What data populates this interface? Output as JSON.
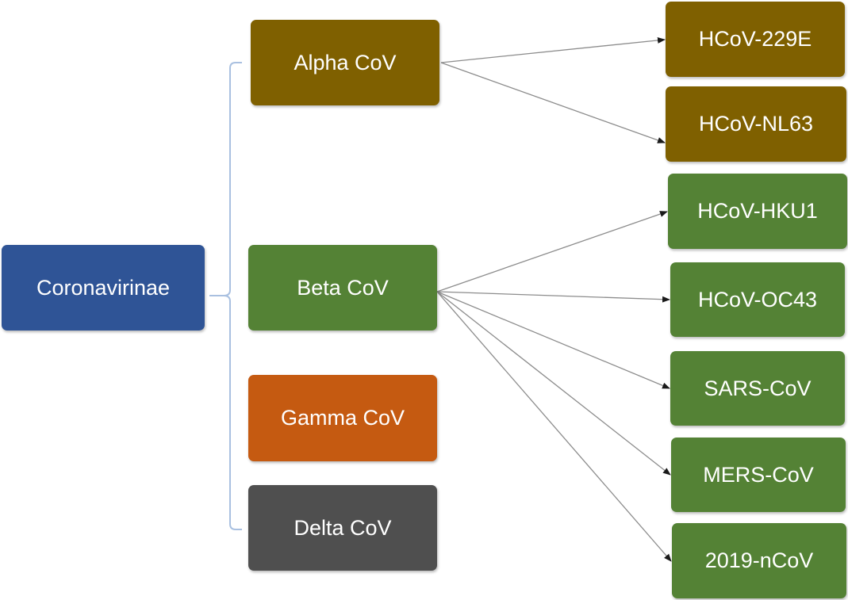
{
  "colors": {
    "root": "#2f5496",
    "alpha": "#7f6000",
    "beta": "#548235",
    "gamma": "#c55a11",
    "delta": "#4f4f4f",
    "bracket": "#a9c0e0",
    "arrow": "#8c8c8c"
  },
  "root": {
    "label": "Coronavirinae"
  },
  "genera": [
    {
      "id": "alpha",
      "label": "Alpha CoV"
    },
    {
      "id": "beta",
      "label": "Beta CoV"
    },
    {
      "id": "gamma",
      "label": "Gamma CoV"
    },
    {
      "id": "delta",
      "label": "Delta CoV"
    }
  ],
  "species": [
    {
      "id": "229e",
      "label": "HCoV-229E",
      "genus": "alpha"
    },
    {
      "id": "nl63",
      "label": "HCoV-NL63",
      "genus": "alpha"
    },
    {
      "id": "hku1",
      "label": "HCoV-HKU1",
      "genus": "beta"
    },
    {
      "id": "oc43",
      "label": "HCoV-OC43",
      "genus": "beta"
    },
    {
      "id": "sars",
      "label": "SARS-CoV",
      "genus": "beta"
    },
    {
      "id": "mers",
      "label": "MERS-CoV",
      "genus": "beta"
    },
    {
      "id": "ncov",
      "label": "2019-nCoV",
      "genus": "beta"
    }
  ]
}
